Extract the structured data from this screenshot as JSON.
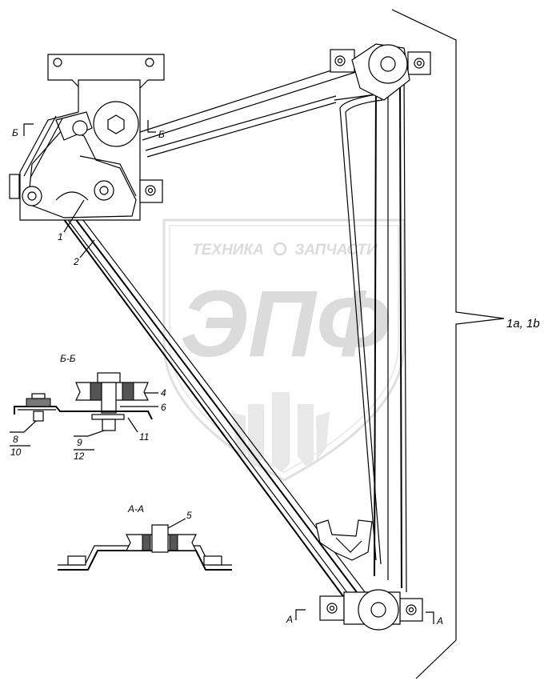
{
  "watermark": {
    "top_text_left": "ТЕХНИКА",
    "top_text_right": "ЗАПЧАСТИ",
    "logo_text": "ЭПФ",
    "color": "#d9d9d9"
  },
  "callouts": {
    "p1": "1",
    "p2": "2",
    "p4": "4",
    "p5": "5",
    "p6": "6",
    "p8": "8",
    "p9": "9",
    "p10": "10",
    "p11": "11",
    "p12": "12",
    "assembly": "1a, 1b"
  },
  "sections": {
    "bb_title": "Б-Б",
    "aa_title": "А-А",
    "bb_mark_left": "Б",
    "bb_mark_right": "Б",
    "aa_mark_left": "А",
    "aa_mark_right": "А"
  }
}
